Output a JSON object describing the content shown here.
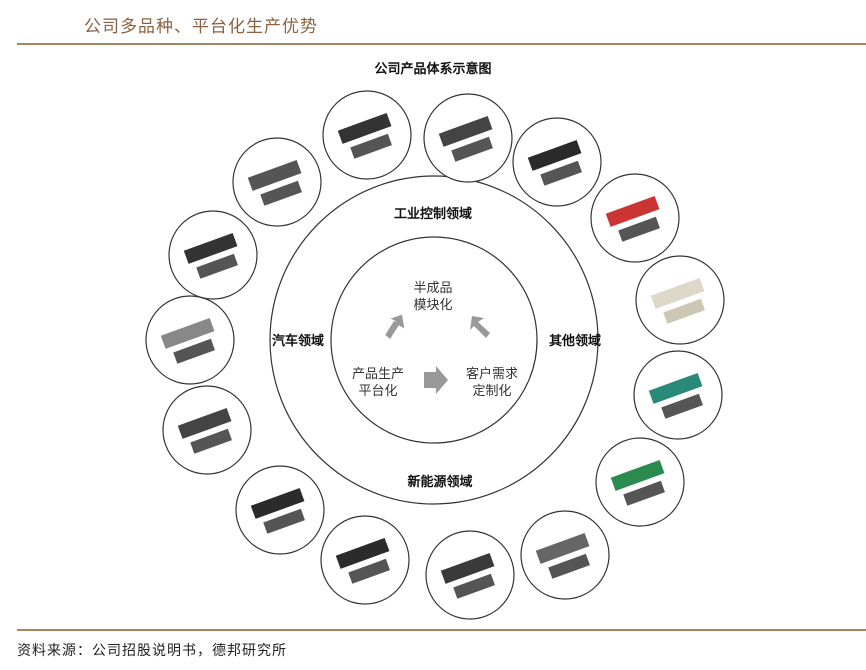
{
  "header": {
    "title": "公司多品种、平台化生产优势"
  },
  "diagram": {
    "title": "公司产品体系示意图",
    "domains": {
      "top": "工业控制领域",
      "right": "其他领域",
      "bottom": "新能源领域",
      "left": "汽车领域"
    },
    "cycle": {
      "top": [
        "半成品",
        "模块化"
      ],
      "left": [
        "产品生产",
        "平台化"
      ],
      "right": [
        "客户需求",
        "定制化"
      ]
    },
    "product_count": 15
  },
  "footer": {
    "source": "资料来源：公司招股说明书，德邦研究所"
  }
}
